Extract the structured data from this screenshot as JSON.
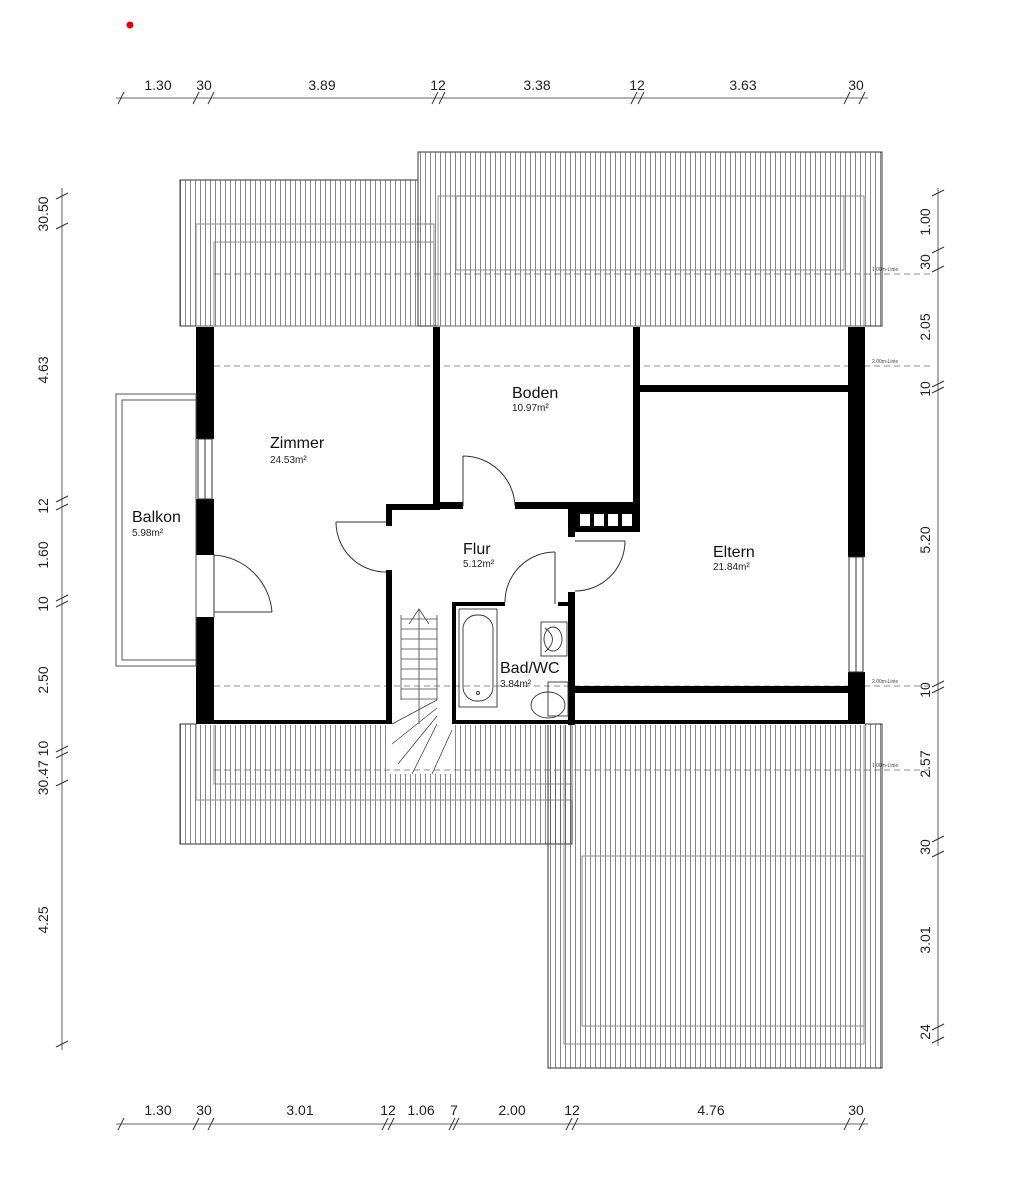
{
  "rooms": {
    "zimmer": {
      "name": "Zimmer",
      "area": "24.53m²"
    },
    "boden": {
      "name": "Boden",
      "area": "10.97m²"
    },
    "balkon": {
      "name": "Balkon",
      "area": "5.98m²"
    },
    "flur": {
      "name": "Flur",
      "area": "5.12m²"
    },
    "bad": {
      "name": "Bad/WC",
      "area": "3.84m²"
    },
    "eltern": {
      "name": "Eltern",
      "area": "21.84m²"
    }
  },
  "dims": {
    "top": [
      "1.30",
      "30",
      "3.89",
      "12",
      "3.38",
      "12",
      "3.63",
      "30"
    ],
    "bottom": [
      "1.30",
      "30",
      "3.01",
      "12",
      "1.06",
      "7",
      "2.00",
      "12",
      "4.76",
      "30"
    ],
    "left": [
      "30.50",
      "4.63",
      "12",
      "1.60",
      "10",
      "2.50",
      "30.47 10",
      "4.25"
    ],
    "right": [
      "1.00",
      "30",
      "2.05",
      "10",
      "5.20",
      "10",
      "2.57",
      "30",
      "3.01",
      "24"
    ]
  },
  "line_labels": {
    "line_100": "1.00m-Linie",
    "line_200": "2.00m-Linie"
  }
}
